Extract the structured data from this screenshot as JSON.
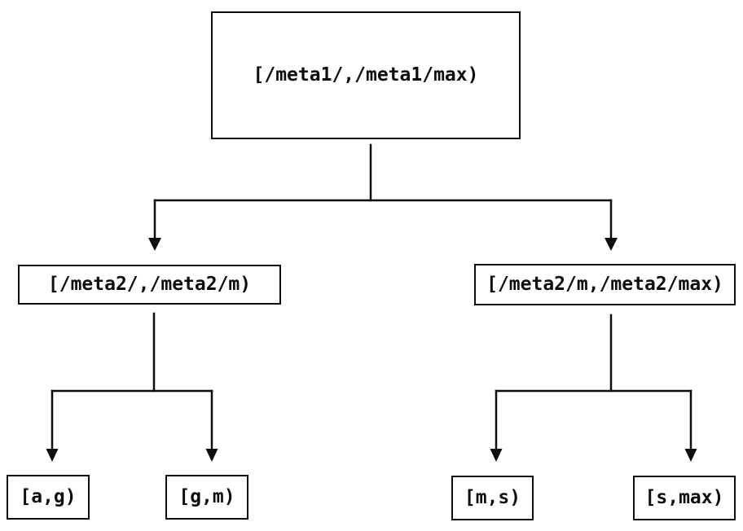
{
  "colors": {
    "background": "#ffffff",
    "line": "#0d0d0d",
    "text": "#0d0d0d"
  },
  "tree": {
    "type": "binary-interval-tree",
    "root": {
      "id": "meta1",
      "label": "[/meta1/,/meta1/max)"
    },
    "level1": [
      {
        "id": "meta2-low",
        "label": "[/meta2/,/meta2/m)"
      },
      {
        "id": "meta2-high",
        "label": "[/meta2/m,/meta2/max)"
      }
    ],
    "leaves": [
      {
        "id": "leaf-ag",
        "label": "[a,g)"
      },
      {
        "id": "leaf-gm",
        "label": "[g,m)"
      },
      {
        "id": "leaf-ms",
        "label": "[m,s)"
      },
      {
        "id": "leaf-smax",
        "label": "[s,max)"
      }
    ],
    "edges": [
      {
        "from": "meta1",
        "to": "meta2-low"
      },
      {
        "from": "meta1",
        "to": "meta2-high"
      },
      {
        "from": "meta2-low",
        "to": "leaf-ag"
      },
      {
        "from": "meta2-low",
        "to": "leaf-gm"
      },
      {
        "from": "meta2-high",
        "to": "leaf-ms"
      },
      {
        "from": "meta2-high",
        "to": "leaf-smax"
      }
    ]
  }
}
